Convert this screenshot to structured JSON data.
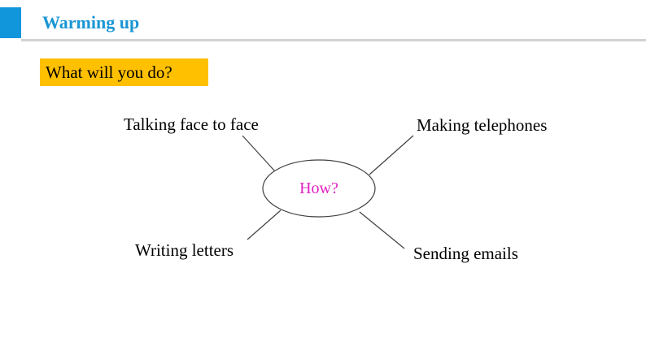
{
  "header": {
    "title": "Warming up",
    "accent_color": "#1296db"
  },
  "prompt": {
    "question": "What will you do?",
    "highlight_color": "#ffc000"
  },
  "mind_map": {
    "center": "How?",
    "center_color": "#e020c0",
    "branches": [
      "Talking face to face",
      "Making telephones",
      "Writing letters",
      "Sending emails"
    ]
  }
}
